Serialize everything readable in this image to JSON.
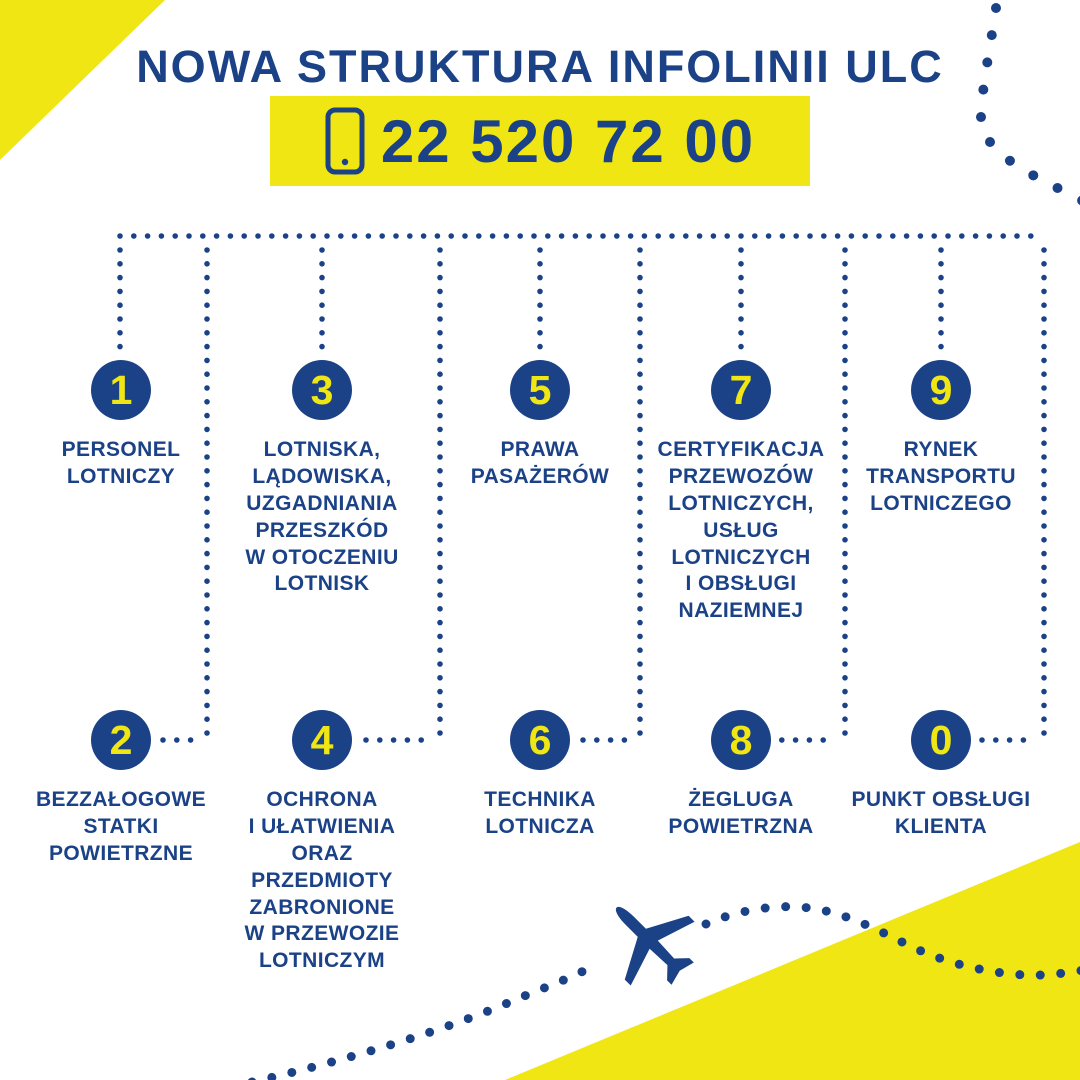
{
  "title": "NOWA STRUKTURA INFOLINII ULC",
  "phone": {
    "number": "22 520 72 00",
    "icon": "mobile-phone-icon"
  },
  "options": [
    {
      "digit": "1",
      "label": [
        "PERSONEL",
        "LOTNICZY"
      ]
    },
    {
      "digit": "2",
      "label": [
        "BEZZAŁOGOWE",
        "STATKI",
        "POWIETRZNE"
      ]
    },
    {
      "digit": "3",
      "label": [
        "LOTNISKA,",
        "LĄDOWISKA,",
        "UZGADNIANIA",
        "PRZESZKÓD",
        "W OTOCZENIU",
        "LOTNISK"
      ]
    },
    {
      "digit": "4",
      "label": [
        "OCHRONA",
        "I UŁATWIENIA",
        "ORAZ",
        "PRZEDMIOTY",
        "ZABRONIONE",
        "W PRZEWOZIE",
        "LOTNICZYM"
      ]
    },
    {
      "digit": "5",
      "label": [
        "PRAWA",
        "PASAŻERÓW"
      ]
    },
    {
      "digit": "6",
      "label": [
        "TECHNIKA",
        "LOTNICZA"
      ]
    },
    {
      "digit": "7",
      "label": [
        "CERTYFIKACJA",
        "PRZEWOZÓW",
        "LOTNICZYCH,",
        "USŁUG",
        "LOTNICZYCH",
        "I OBSŁUGI",
        "NAZIEMNEJ"
      ]
    },
    {
      "digit": "8",
      "label": [
        "ŻEGLUGA",
        "POWIETRZNA"
      ]
    },
    {
      "digit": "9",
      "label": [
        "RYNEK",
        "TRANSPORTU",
        "LOTNICZEGO"
      ]
    },
    {
      "digit": "0",
      "label": [
        "PUNKT OBSŁUGI",
        "KLIENTA"
      ]
    }
  ],
  "decorations": [
    "yellow-corner-triangle-top-left",
    "yellow-wedge-bottom-right",
    "dotted-arc-top-right",
    "dotted-connector-grid",
    "airplane-with-dotted-trail"
  ],
  "colors": {
    "navy": "#1b4287",
    "yellow": "#f0e614",
    "background": "#ffffff"
  }
}
